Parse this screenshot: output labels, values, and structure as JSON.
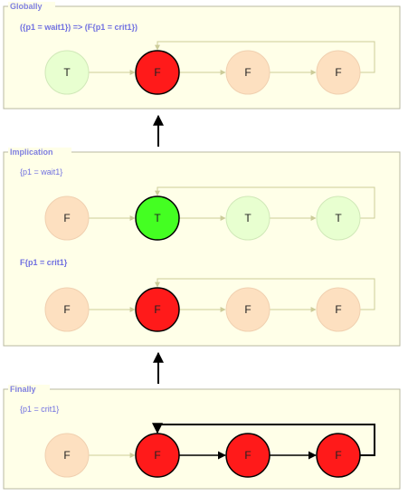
{
  "panels": [
    {
      "title": "Globally",
      "formulas": [
        {
          "text": "({p1 = wait1}) => (F{p1 = crit1})",
          "bold": true,
          "row": {
            "nodes": [
              {
                "label": "T",
                "state": "faded-true"
              },
              {
                "label": "F",
                "state": "active-false"
              },
              {
                "label": "F",
                "state": "faded-false"
              },
              {
                "label": "F",
                "state": "faded-false"
              }
            ],
            "active_loop": false,
            "active_edges": []
          }
        }
      ]
    },
    {
      "title": "Implication",
      "formulas": [
        {
          "text": "{p1 = wait1}",
          "bold": false,
          "row": {
            "nodes": [
              {
                "label": "F",
                "state": "faded-false"
              },
              {
                "label": "T",
                "state": "active-true"
              },
              {
                "label": "T",
                "state": "faded-true"
              },
              {
                "label": "T",
                "state": "faded-true"
              }
            ],
            "active_loop": false,
            "active_edges": []
          }
        },
        {
          "text": "F{p1 = crit1}",
          "bold": true,
          "row": {
            "nodes": [
              {
                "label": "F",
                "state": "faded-false"
              },
              {
                "label": "F",
                "state": "active-false"
              },
              {
                "label": "F",
                "state": "faded-false"
              },
              {
                "label": "F",
                "state": "faded-false"
              }
            ],
            "active_loop": false,
            "active_edges": []
          }
        }
      ]
    },
    {
      "title": "Finally",
      "formulas": [
        {
          "text": "{p1 = crit1}",
          "bold": false,
          "row": {
            "nodes": [
              {
                "label": "F",
                "state": "faded-false"
              },
              {
                "label": "F",
                "state": "active-false"
              },
              {
                "label": "F",
                "state": "active-false"
              },
              {
                "label": "F",
                "state": "active-false"
              }
            ],
            "active_loop": true,
            "active_edges": [
              1,
              2
            ]
          }
        }
      ]
    }
  ],
  "colors": {
    "panel_fill": "#ffffe8",
    "panel_border": "#b8b8a0",
    "faded_true_fill": "#e8ffd0",
    "faded_true_stroke": "#d0e8b8",
    "faded_false_fill": "#fde0c0",
    "faded_false_stroke": "#f0d0b0",
    "active_false_fill": "#ff1a1a",
    "active_true_fill": "#44ff22",
    "active_stroke": "#000000",
    "faded_edge": "#cccc99",
    "active_edge": "#000000",
    "title": "#8080e0"
  }
}
